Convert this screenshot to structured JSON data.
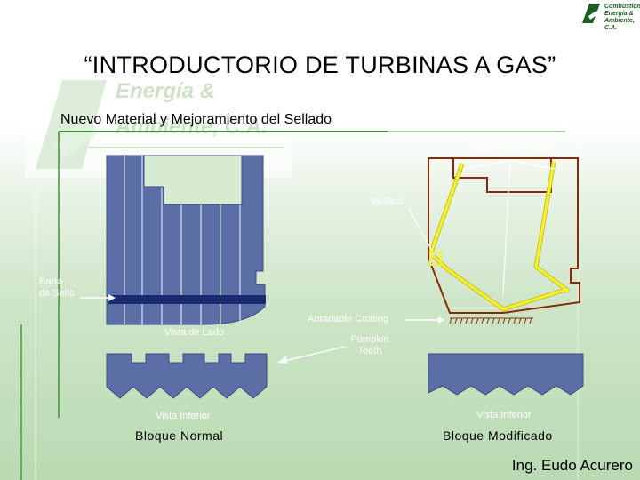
{
  "slide": {
    "title": "“INTRODUCTORIO DE TURBINAS A GAS”",
    "subtitle": "Nuevo Material y Mejoramiento del Sellado",
    "author": "Ing. Eudo Acurero"
  },
  "logo": {
    "lines": [
      "Combustión,",
      "Energía &",
      "Ambiente, C.A."
    ],
    "watermark_line1": "Energía &",
    "watermark_line2": "Ambiente, C.A."
  },
  "labels": {
    "cloth_spline_seals": "Cloth Spline Seals",
    "w_seal": "W-Seal",
    "barra_line1": "Barra",
    "barra_line2": "de Sello",
    "abradable_coating": "Abradable Coating",
    "vista_de_lado": "Vista de Lado",
    "pumpkin_line1": "Pumpkin",
    "pumpkin_line2": "Teeth",
    "vista_inferior_left": "Vista Inferior",
    "vista_inferior_right": "Vista Inferior",
    "bloque_normal": "Bloque Normal",
    "bloque_modificado": "Bloque Modificado"
  },
  "colors": {
    "block_fill": "#5b6fa6",
    "seal_bar": "#1a2a6e",
    "modified_outline": "#8b2a0a",
    "spline_yellow": "#f2f230",
    "green_dark": "#1b5e20"
  }
}
